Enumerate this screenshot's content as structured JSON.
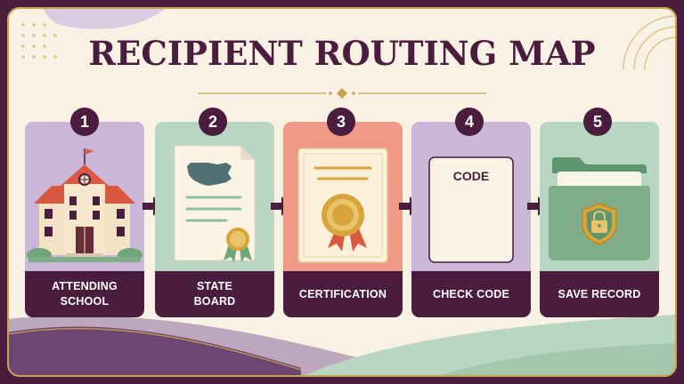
{
  "title": "RECIPIENT ROUTING MAP",
  "steps": [
    {
      "number": "1",
      "label": "ATTENDING\nSCHOOL",
      "icon": "school-building-icon"
    },
    {
      "number": "2",
      "label": "STATE\nBOARD",
      "icon": "state-document-icon"
    },
    {
      "number": "3",
      "label": "CERTIFICATION",
      "icon": "certificate-icon"
    },
    {
      "number": "4",
      "label": "CHECK CODE",
      "icon": "code-card-icon",
      "card_text": "CODE"
    },
    {
      "number": "5",
      "label": "SAVE RECORD",
      "icon": "secure-folder-icon"
    }
  ],
  "colors": {
    "frame": "#4a1d3e",
    "background": "#f8f1e4",
    "gold": "#c9a24f",
    "purple_card": "#c9b6d9",
    "green_card": "#b9d6c2",
    "coral_card": "#ef9a86"
  }
}
